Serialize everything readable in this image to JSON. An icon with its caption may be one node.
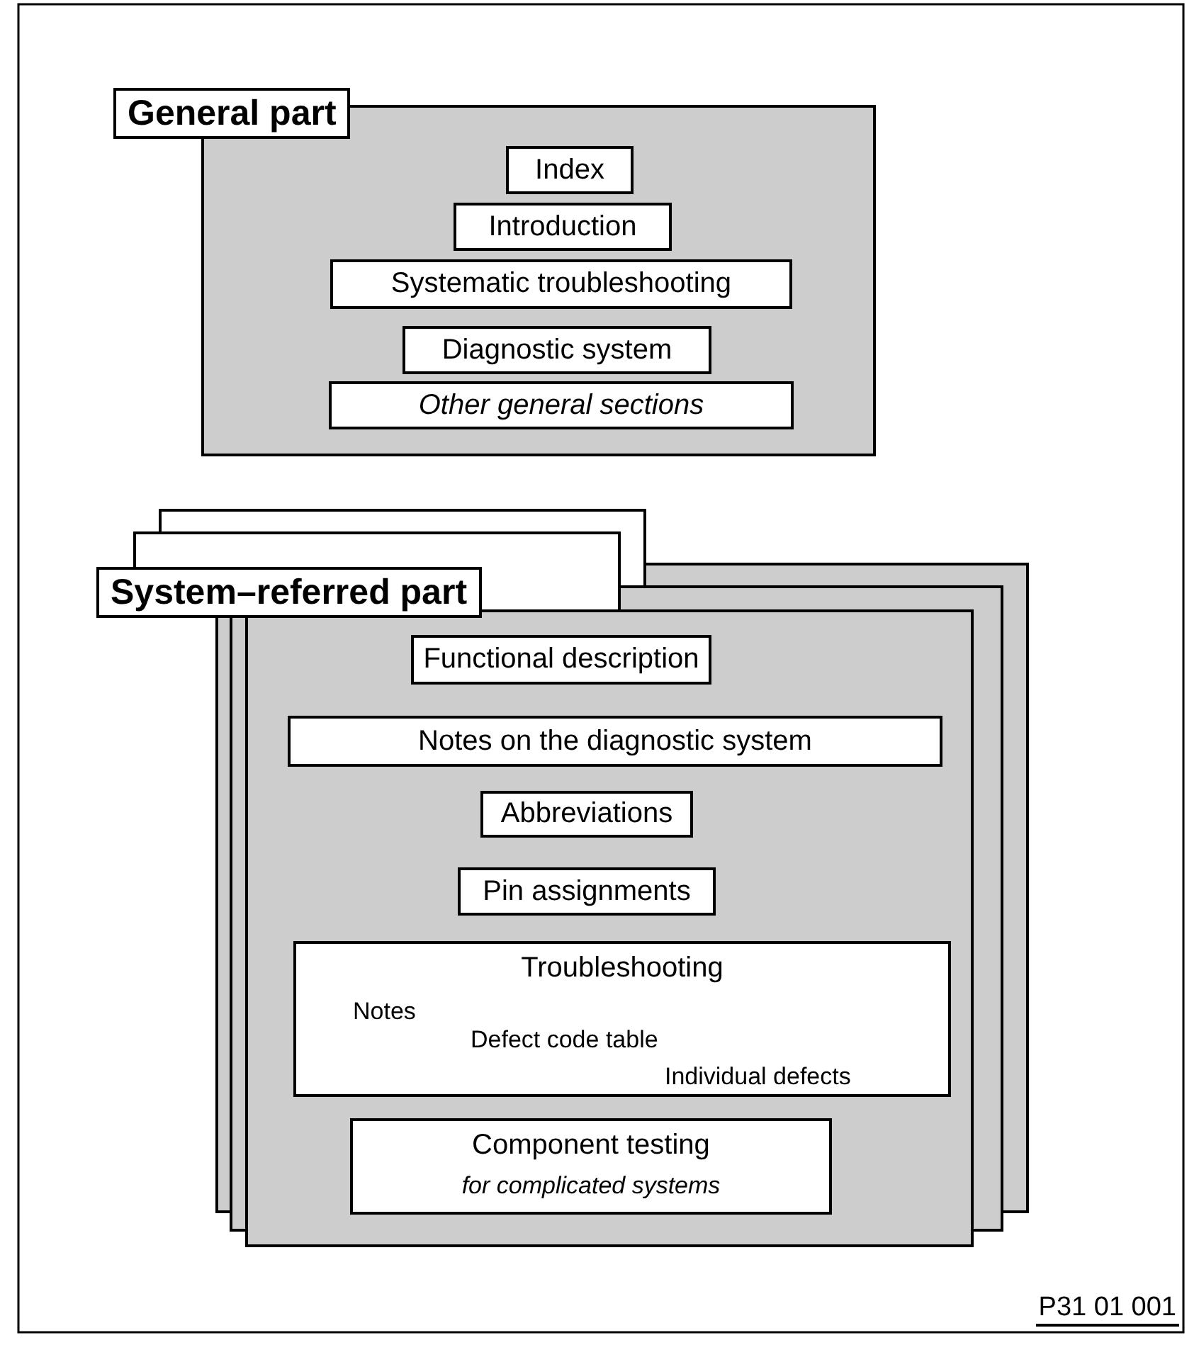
{
  "diagram": {
    "nodes": [
      {
        "text": [
          "General part"
        ]
      },
      {
        "text": [],
        "shape": "box"
      },
      {
        "text": [
          "Index"
        ],
        "in": 1
      },
      {
        "text": [
          "Introduction"
        ],
        "in": 1
      },
      {
        "text": [
          "Systematic troubleshooting"
        ],
        "in": 1
      },
      {
        "text": [
          "Diagnostic system"
        ],
        "in": 1
      },
      {
        "text": [
          "Other general sections"
        ],
        "in": 1
      },
      {
        "text": [
          "System–referred part"
        ]
      },
      {
        "text": [],
        "shape": "box"
      },
      {
        "text": [
          "Functional description"
        ],
        "in": 8
      },
      {
        "text": [
          "Notes on the diagnostic system"
        ],
        "in": 8
      },
      {
        "text": [
          "Abbreviations"
        ],
        "in": 8
      },
      {
        "text": [
          "Pin assignments"
        ],
        "in": 8
      },
      {
        "text": [
          "Troubleshooting",
          "Notes",
          "Defect code table",
          "Individual defects"
        ],
        "in": 8
      },
      {
        "text": [
          "Component testing",
          "for complicated systems"
        ],
        "in": 8
      }
    ],
    "labels": [
      "P31 01 001"
    ]
  }
}
